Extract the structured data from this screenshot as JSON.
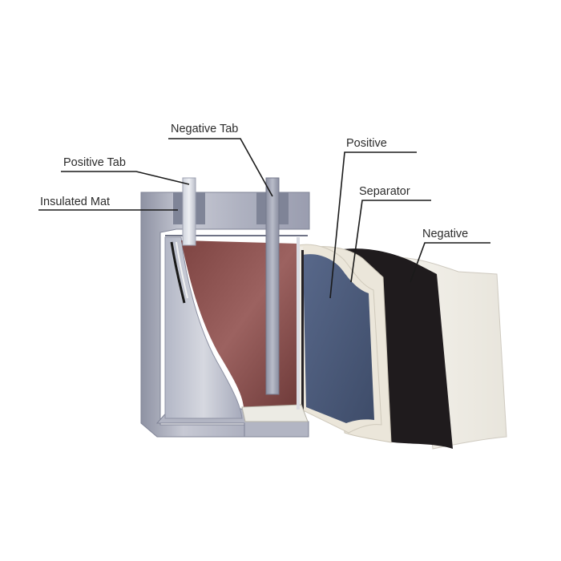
{
  "labels": {
    "negative_tab": "Negative Tab",
    "positive_tab": "Positive Tab",
    "insulated_mat": "Insulated Mat",
    "positive": "Positive",
    "separator": "Separator",
    "negative": "Negative"
  },
  "colors": {
    "case": "#b9bcc8",
    "case_dark": "#8f93a4",
    "electrolyte": "#8a4e4c",
    "positive_electrode": "#4b5a78",
    "separator": "#ebe6da",
    "negative_electrode": "#1f1b1d",
    "leader_line": "#1a1a1a"
  }
}
